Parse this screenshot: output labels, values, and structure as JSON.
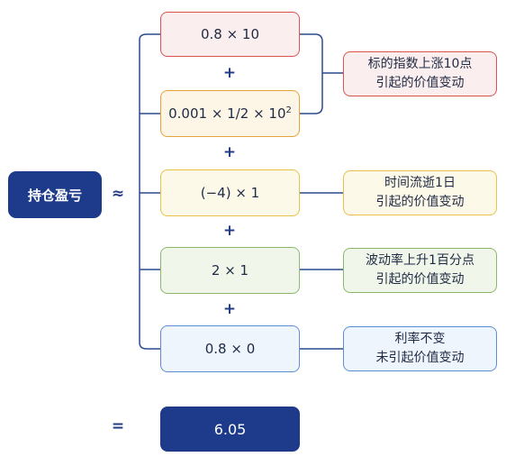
{
  "left_node": {
    "label": "持仓盈亏"
  },
  "approx_symbol": "≈",
  "equals_symbol": "=",
  "plus_symbol": "+",
  "terms": [
    {
      "base": "0.8 × 10",
      "sup": "",
      "note": [
        "标的指数上涨10点",
        "引起的价值变动"
      ]
    },
    {
      "base": "0.001 × 1/2 × 10",
      "sup": "2",
      "note": []
    },
    {
      "base": "(−4) × 1",
      "sup": "",
      "note": [
        "时间流逝1日",
        "引起的价值变动"
      ]
    },
    {
      "base": "2 × 1",
      "sup": "",
      "note": [
        "波动率上升1百分点",
        "引起的价值变动"
      ]
    },
    {
      "base": "0.8 × 0",
      "sup": "",
      "note": [
        "利率不变",
        "未引起价值变动"
      ]
    }
  ],
  "result": {
    "value": "6.05"
  },
  "colors": {
    "red_border": "#d9534f",
    "red_fill": "#fbeeee",
    "orange_border": "#e6a23c",
    "orange_fill": "#fdf5e6",
    "yellow_border": "#e8c24a",
    "yellow_fill": "#fdf9e8",
    "green_border": "#8bb86a",
    "green_fill": "#f0f7ea",
    "blue_border": "#5a8fd6",
    "blue_fill": "#eef5fd",
    "connector": "#2c4a8f",
    "dark_fill": "#1e3a8a"
  }
}
